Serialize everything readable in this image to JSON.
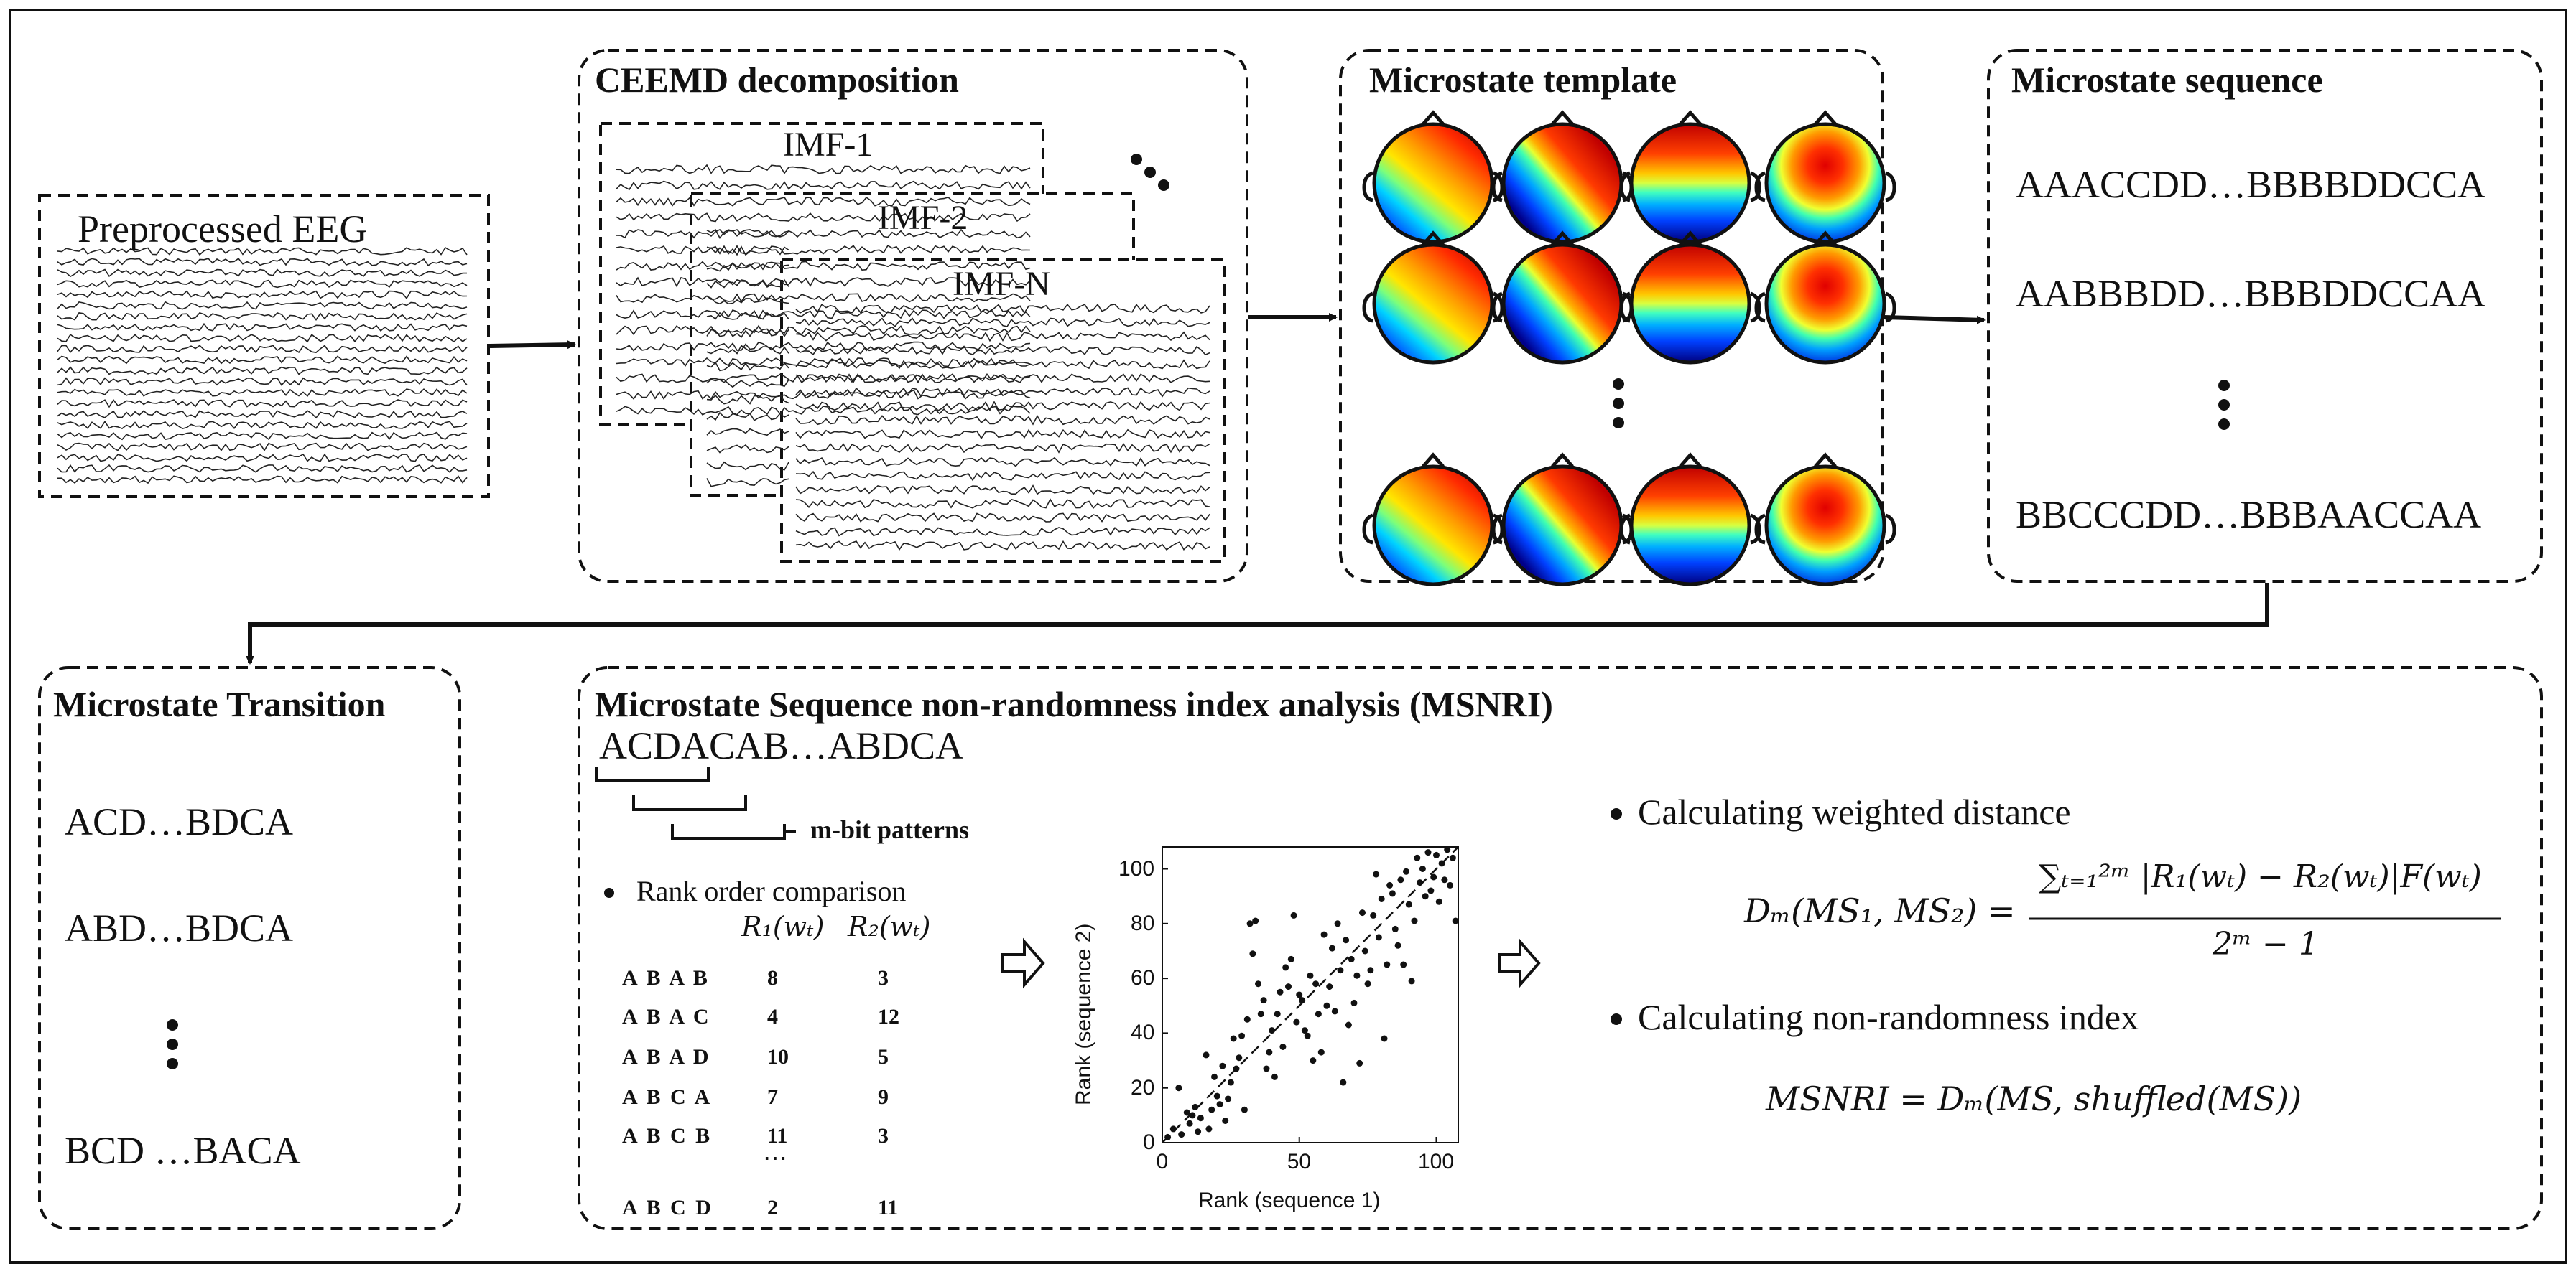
{
  "stages": {
    "preprocessed_eeg": "Preprocessed EEG",
    "ceemd": {
      "title": "CEEMD decomposition",
      "imf_labels": [
        "IMF-1",
        "IMF-2",
        "IMF-N"
      ]
    },
    "template": {
      "title": "Microstate template",
      "rows": 3
    },
    "sequence": {
      "title": "Microstate sequence",
      "lines": [
        "AAACCDD…BBBBDDCCA",
        "AABBBDD…BBBDDCCAA",
        "BBCCCDD…BBBAACCAA"
      ]
    },
    "transition": {
      "title": "Microstate Transition",
      "lines": [
        "ACD…BDCA",
        "ABD…BDCA",
        "BCD …BACA"
      ]
    }
  },
  "msnri": {
    "title": "Microstate Sequence non-randomness index analysis (MSNRI)",
    "sequence": "ACDACAB…ABDCA",
    "patterns_label": "m-bit patterns",
    "bullet_rank": "Rank order comparison",
    "table": {
      "headers": [
        "R₁(wₜ)",
        "R₂(wₜ)"
      ],
      "rows": [
        {
          "pattern": "A B A B",
          "r1": "8",
          "r2": "3"
        },
        {
          "pattern": "A B A C",
          "r1": "4",
          "r2": "12"
        },
        {
          "pattern": "A B A D",
          "r1": "10",
          "r2": "5"
        },
        {
          "pattern": "A B C A",
          "r1": "7",
          "r2": "9"
        },
        {
          "pattern": "A B C B",
          "r1": "11",
          "r2": "3"
        }
      ],
      "ellipsis": "⋯",
      "last_row": {
        "pattern": "A B C D",
        "r1": "2",
        "r2": "11"
      }
    },
    "bullet_distance": "Calculating weighted distance",
    "formula_distance": {
      "lhs": "Dₘ(MS₁, MS₂) =",
      "numerator": "∑ₜ₌₁²ᵐ |R₁(wₜ) − R₂(wₜ)|F(wₜ)",
      "denominator": "2ᵐ − 1"
    },
    "bullet_index": "Calculating non-randomness index",
    "formula_index": "MSNRI = Dₘ(MS, shuffled(MS))"
  },
  "chart_data": {
    "type": "scatter",
    "xlabel": "Rank (sequence 1)",
    "ylabel": "Rank (sequence 2)",
    "xlim": [
      0,
      108
    ],
    "ylim": [
      0,
      108
    ],
    "x_ticks": [
      0,
      50,
      100
    ],
    "y_ticks": [
      0,
      20,
      40,
      60,
      80,
      100
    ],
    "reference_line": "y = x (dashed)",
    "points": [
      [
        2,
        2
      ],
      [
        4,
        5
      ],
      [
        6,
        20
      ],
      [
        7,
        3
      ],
      [
        9,
        11
      ],
      [
        10,
        7
      ],
      [
        11,
        10
      ],
      [
        12,
        13
      ],
      [
        13,
        4
      ],
      [
        14,
        9
      ],
      [
        16,
        32
      ],
      [
        17,
        5
      ],
      [
        18,
        12
      ],
      [
        19,
        24
      ],
      [
        20,
        17
      ],
      [
        21,
        14
      ],
      [
        22,
        28
      ],
      [
        23,
        8
      ],
      [
        24,
        16
      ],
      [
        25,
        22
      ],
      [
        26,
        38
      ],
      [
        27,
        27
      ],
      [
        28,
        31
      ],
      [
        29,
        39
      ],
      [
        30,
        12
      ],
      [
        31,
        45
      ],
      [
        32,
        80
      ],
      [
        33,
        69
      ],
      [
        34,
        81
      ],
      [
        35,
        58
      ],
      [
        36,
        47
      ],
      [
        37,
        52
      ],
      [
        38,
        27
      ],
      [
        39,
        33
      ],
      [
        40,
        41
      ],
      [
        41,
        24
      ],
      [
        42,
        47
      ],
      [
        43,
        55
      ],
      [
        44,
        35
      ],
      [
        45,
        64
      ],
      [
        46,
        57
      ],
      [
        47,
        67
      ],
      [
        48,
        83
      ],
      [
        49,
        44
      ],
      [
        50,
        54
      ],
      [
        51,
        52
      ],
      [
        52,
        41
      ],
      [
        53,
        39
      ],
      [
        54,
        61
      ],
      [
        55,
        30
      ],
      [
        56,
        58
      ],
      [
        57,
        47
      ],
      [
        58,
        33
      ],
      [
        59,
        76
      ],
      [
        60,
        50
      ],
      [
        61,
        57
      ],
      [
        62,
        71
      ],
      [
        63,
        48
      ],
      [
        64,
        80
      ],
      [
        65,
        63
      ],
      [
        66,
        22
      ],
      [
        67,
        74
      ],
      [
        68,
        43
      ],
      [
        69,
        67
      ],
      [
        70,
        51
      ],
      [
        71,
        61
      ],
      [
        72,
        29
      ],
      [
        73,
        84
      ],
      [
        74,
        70
      ],
      [
        75,
        58
      ],
      [
        76,
        63
      ],
      [
        77,
        83
      ],
      [
        78,
        98
      ],
      [
        79,
        75
      ],
      [
        80,
        89
      ],
      [
        81,
        38
      ],
      [
        82,
        65
      ],
      [
        83,
        94
      ],
      [
        84,
        91
      ],
      [
        85,
        78
      ],
      [
        86,
        72
      ],
      [
        87,
        96
      ],
      [
        88,
        65
      ],
      [
        89,
        99
      ],
      [
        90,
        87
      ],
      [
        91,
        59
      ],
      [
        92,
        81
      ],
      [
        93,
        104
      ],
      [
        94,
        95
      ],
      [
        95,
        100
      ],
      [
        96,
        90
      ],
      [
        97,
        106
      ],
      [
        98,
        92
      ],
      [
        99,
        97
      ],
      [
        100,
        105
      ],
      [
        101,
        88
      ],
      [
        102,
        102
      ],
      [
        103,
        96
      ],
      [
        104,
        107
      ],
      [
        105,
        94
      ],
      [
        106,
        104
      ],
      [
        107,
        81
      ]
    ]
  }
}
